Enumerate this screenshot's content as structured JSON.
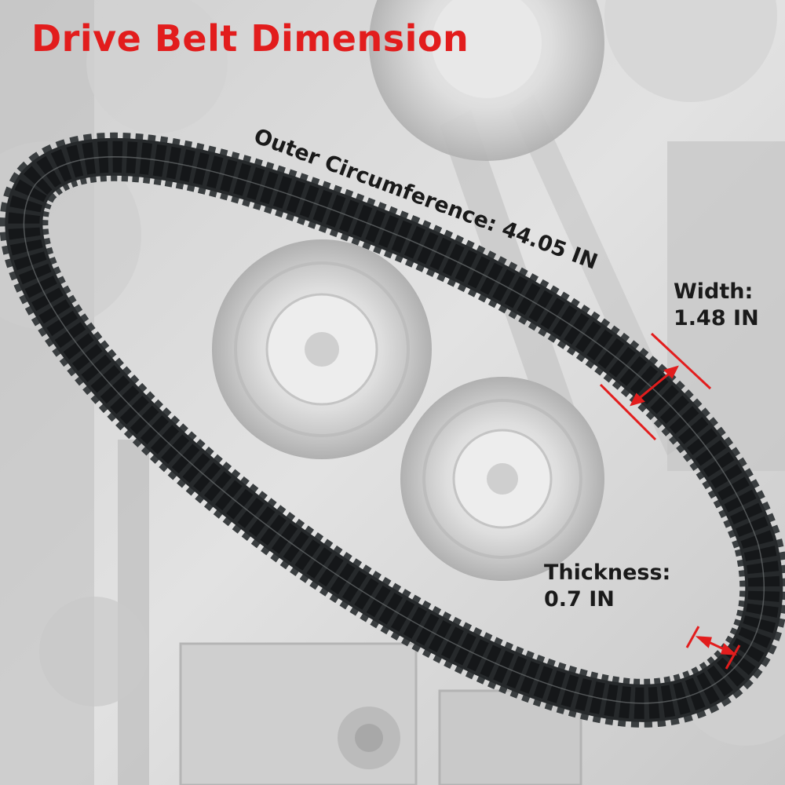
{
  "title": "Drive Belt Dimension",
  "title_color": "#e21d1d",
  "annotations": {
    "outer_circumference": "Outer Circumference: 44.05 IN",
    "width_label": "Width:",
    "width_value": "1.48 IN",
    "thickness_label": "Thickness:",
    "thickness_value": "0.7 IN"
  },
  "colors": {
    "belt": "#26292b",
    "belt_teeth": "#3a3e40",
    "marker": "#e21d1d",
    "background": "#d9d9d9"
  }
}
